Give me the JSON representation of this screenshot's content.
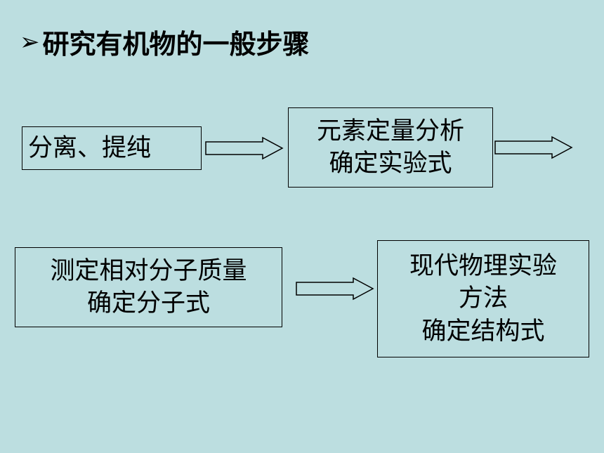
{
  "title": {
    "bullet": "➢",
    "text": "研究有机物的一般步骤"
  },
  "steps": [
    {
      "lines": [
        "分离、提纯"
      ]
    },
    {
      "lines": [
        "元素定量分析",
        "确定实验式"
      ]
    },
    {
      "lines": [
        "测定相对分子质量",
        "确定分子式"
      ]
    },
    {
      "lines": [
        "现代物理实验",
        "方法",
        "确定结构式"
      ]
    }
  ],
  "colors": {
    "background": "#bcdee0",
    "stroke": "#000000",
    "arrow_fill": "#bcdee0"
  }
}
